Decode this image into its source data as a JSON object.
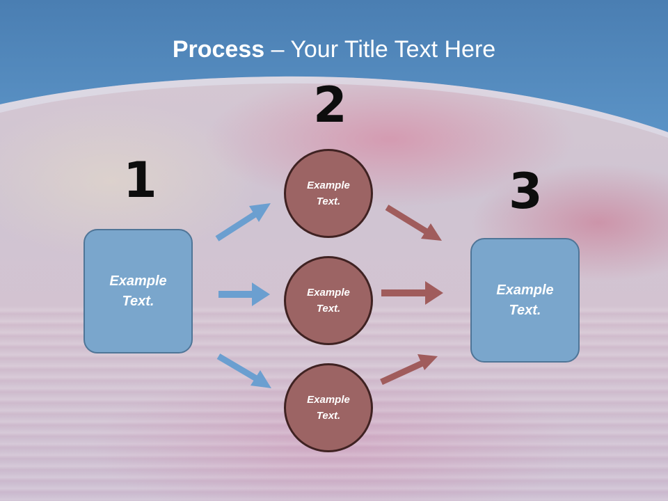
{
  "title": {
    "bold": "Process",
    "rest": " – Your Title Text Here"
  },
  "steps": {
    "one": "1",
    "two": "2",
    "three": "3"
  },
  "left_box": {
    "line1": "Example",
    "line2": "Text."
  },
  "right_box": {
    "line1": "Example",
    "line2": "Text."
  },
  "circles": [
    {
      "line1": "Example",
      "line2": "Text."
    },
    {
      "line1": "Example",
      "line2": "Text."
    },
    {
      "line1": "Example",
      "line2": "Text."
    }
  ],
  "colors": {
    "header": "#4f86bd",
    "box": "#7aa6cc",
    "circle": "#9c6464",
    "arrow_blue": "#6b9fd0",
    "arrow_red": "#a05c5c"
  }
}
